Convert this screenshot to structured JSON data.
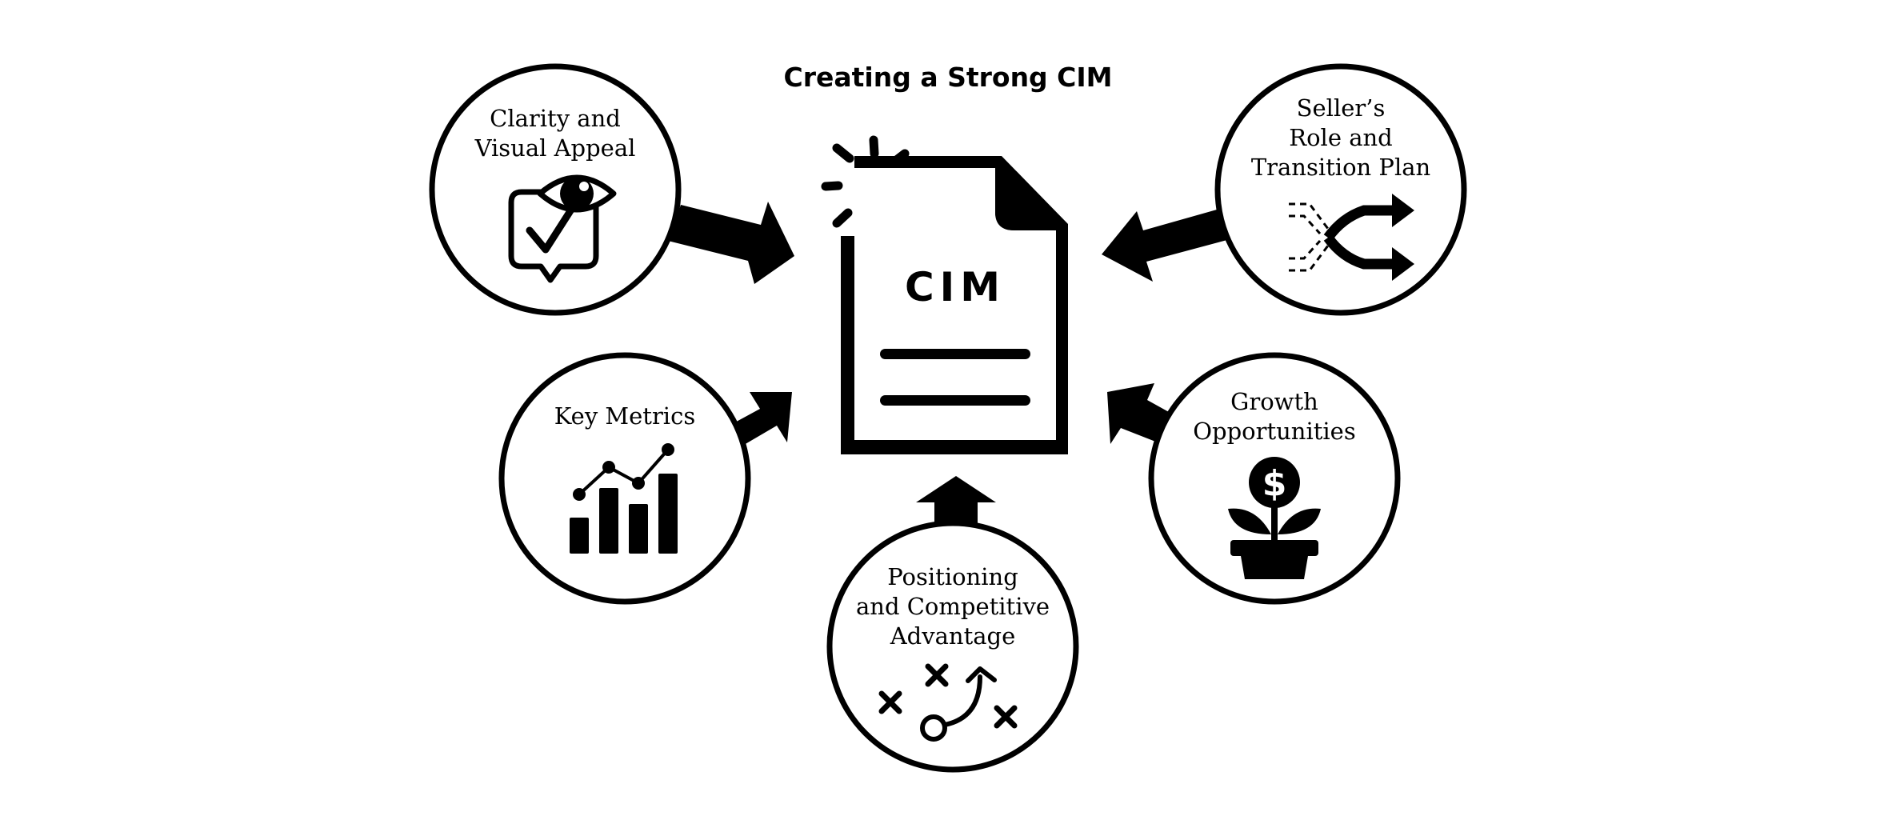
{
  "title": "Creating a Strong CIM",
  "center": {
    "label": "CIM",
    "icon": "document-icon"
  },
  "nodes": [
    {
      "id": "clarity",
      "lines": [
        "Clarity and",
        "Visual Appeal"
      ],
      "icon": "eye-checkmark-icon"
    },
    {
      "id": "seller",
      "lines": [
        "Seller’s",
        "Role and",
        "Transition Plan"
      ],
      "icon": "crossing-arrows-icon"
    },
    {
      "id": "metrics",
      "lines": [
        "Key Metrics"
      ],
      "icon": "bar-chart-icon"
    },
    {
      "id": "growth",
      "lines": [
        "Growth",
        "Opportunities"
      ],
      "icon": "money-plant-icon"
    },
    {
      "id": "positioning",
      "lines": [
        "Positioning",
        "and Competitive",
        "Advantage"
      ],
      "icon": "strategy-play-icon"
    }
  ],
  "icon_text": {
    "dollar": "$"
  },
  "colors": {
    "ink": "#000000",
    "background": "#ffffff"
  }
}
